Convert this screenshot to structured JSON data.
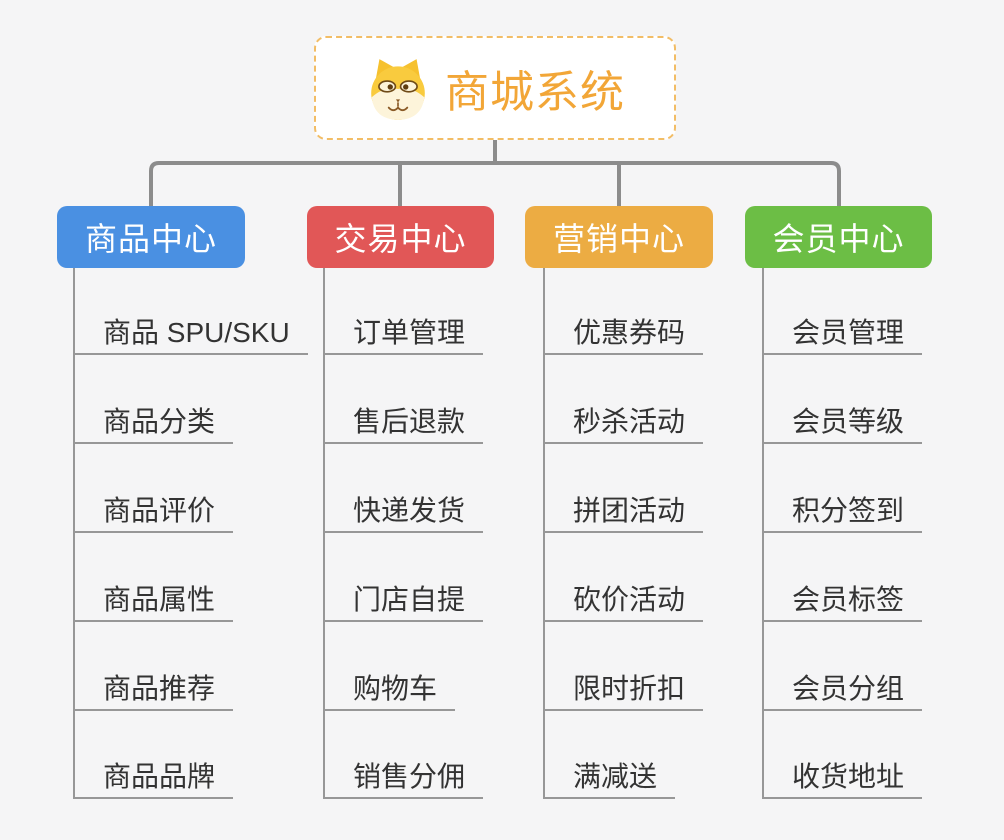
{
  "root": {
    "title": "商城系统",
    "icon": "shiba-dog-icon",
    "accent_color": "#f2a637",
    "border_color": "#f2bd66"
  },
  "connector_color": "#8c8c8c",
  "background_color": "#f5f5f6",
  "branches": [
    {
      "label": "商品中心",
      "color": "#4a90e2",
      "children": [
        "商品 SPU/SKU",
        "商品分类",
        "商品评价",
        "商品属性",
        "商品推荐",
        "商品品牌"
      ]
    },
    {
      "label": "交易中心",
      "color": "#e15757",
      "children": [
        "订单管理",
        "售后退款",
        "快递发货",
        "门店自提",
        "购物车",
        "销售分佣"
      ]
    },
    {
      "label": "营销中心",
      "color": "#ecac43",
      "children": [
        "优惠券码",
        "秒杀活动",
        "拼团活动",
        "砍价活动",
        "限时折扣",
        "满减送"
      ]
    },
    {
      "label": "会员中心",
      "color": "#6cbe45",
      "children": [
        "会员管理",
        "会员等级",
        "积分签到",
        "会员标签",
        "会员分组",
        "收货地址"
      ]
    }
  ]
}
